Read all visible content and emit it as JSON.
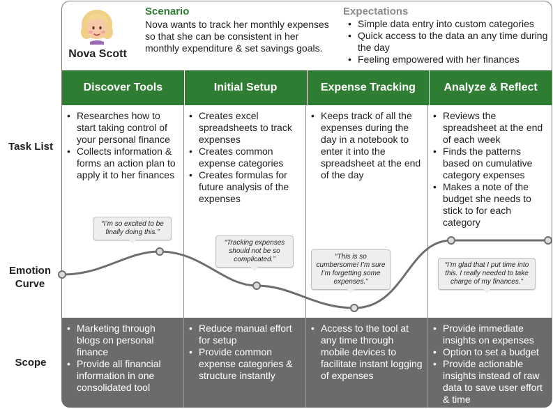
{
  "persona": {
    "name": "Nova Scott",
    "avatar_icon": "woman-face-avatar"
  },
  "scenario": {
    "title": "Scenario",
    "text": "Nova wants to track her monthly expenses so that she can be consistent in her monthly expenditure & set savings goals."
  },
  "expectations": {
    "title": "Expectations",
    "items": [
      "Simple data entry into custom categories",
      "Quick access to the data an any time during the day",
      "Feeling empowered with her finances"
    ]
  },
  "row_labels": {
    "task_list": "Task List",
    "emotion_curve": "Emotion Curve",
    "scope": "Scope"
  },
  "stages": [
    {
      "name": "Discover Tools",
      "tasks": [
        "Researches how to start taking control of your personal finance",
        "Collects information & forms an action plan to apply it to her finances"
      ],
      "quote": "“I’m so excited to be finally doing this.”",
      "scope": [
        "Marketing through blogs on personal finance",
        "Provide all financial information in one consolidated tool"
      ]
    },
    {
      "name": "Initial Setup",
      "tasks": [
        "Creates excel spreadsheets to track expenses",
        "Creates common expense categories",
        "Creates formulas for future analysis of the expenses"
      ],
      "quote": "“Tracking expenses should not be so complicated.”",
      "scope": [
        "Reduce manual effort for setup",
        "Provide common expense categories & structure instantly"
      ]
    },
    {
      "name": "Expense Tracking",
      "tasks": [
        "Keeps track of all the expenses during the day in a notebook to enter it into the spreadsheet at the end of the day"
      ],
      "quote": "“This is so cumbersome! I’m sure I’m forgetting some expenses.”",
      "scope": [
        "Access to the tool at any time through mobile devices to facilitate instant logging of expenses"
      ]
    },
    {
      "name": "Analyze & Reflect",
      "tasks": [
        "Reviews the spreadsheet at the end of each week",
        "Finds the patterns based on cumulative category expenses",
        "Makes a note of the budget she needs to stick to for each category"
      ],
      "quote": "“I’m glad that I put time into this. I really needed to take charge of my finances.”",
      "scope": [
        "Provide immediate insights on expenses",
        "Option to set a budget",
        "Provide actionable insights instead of raw data to save user effort & time"
      ]
    }
  ],
  "colors": {
    "stage_header": "#2e7d32",
    "scenario_title": "#2e7d32",
    "expectations_title": "#8a8a8a",
    "scope_band": "#6b6b6b",
    "curve": "#6e6e6e"
  }
}
